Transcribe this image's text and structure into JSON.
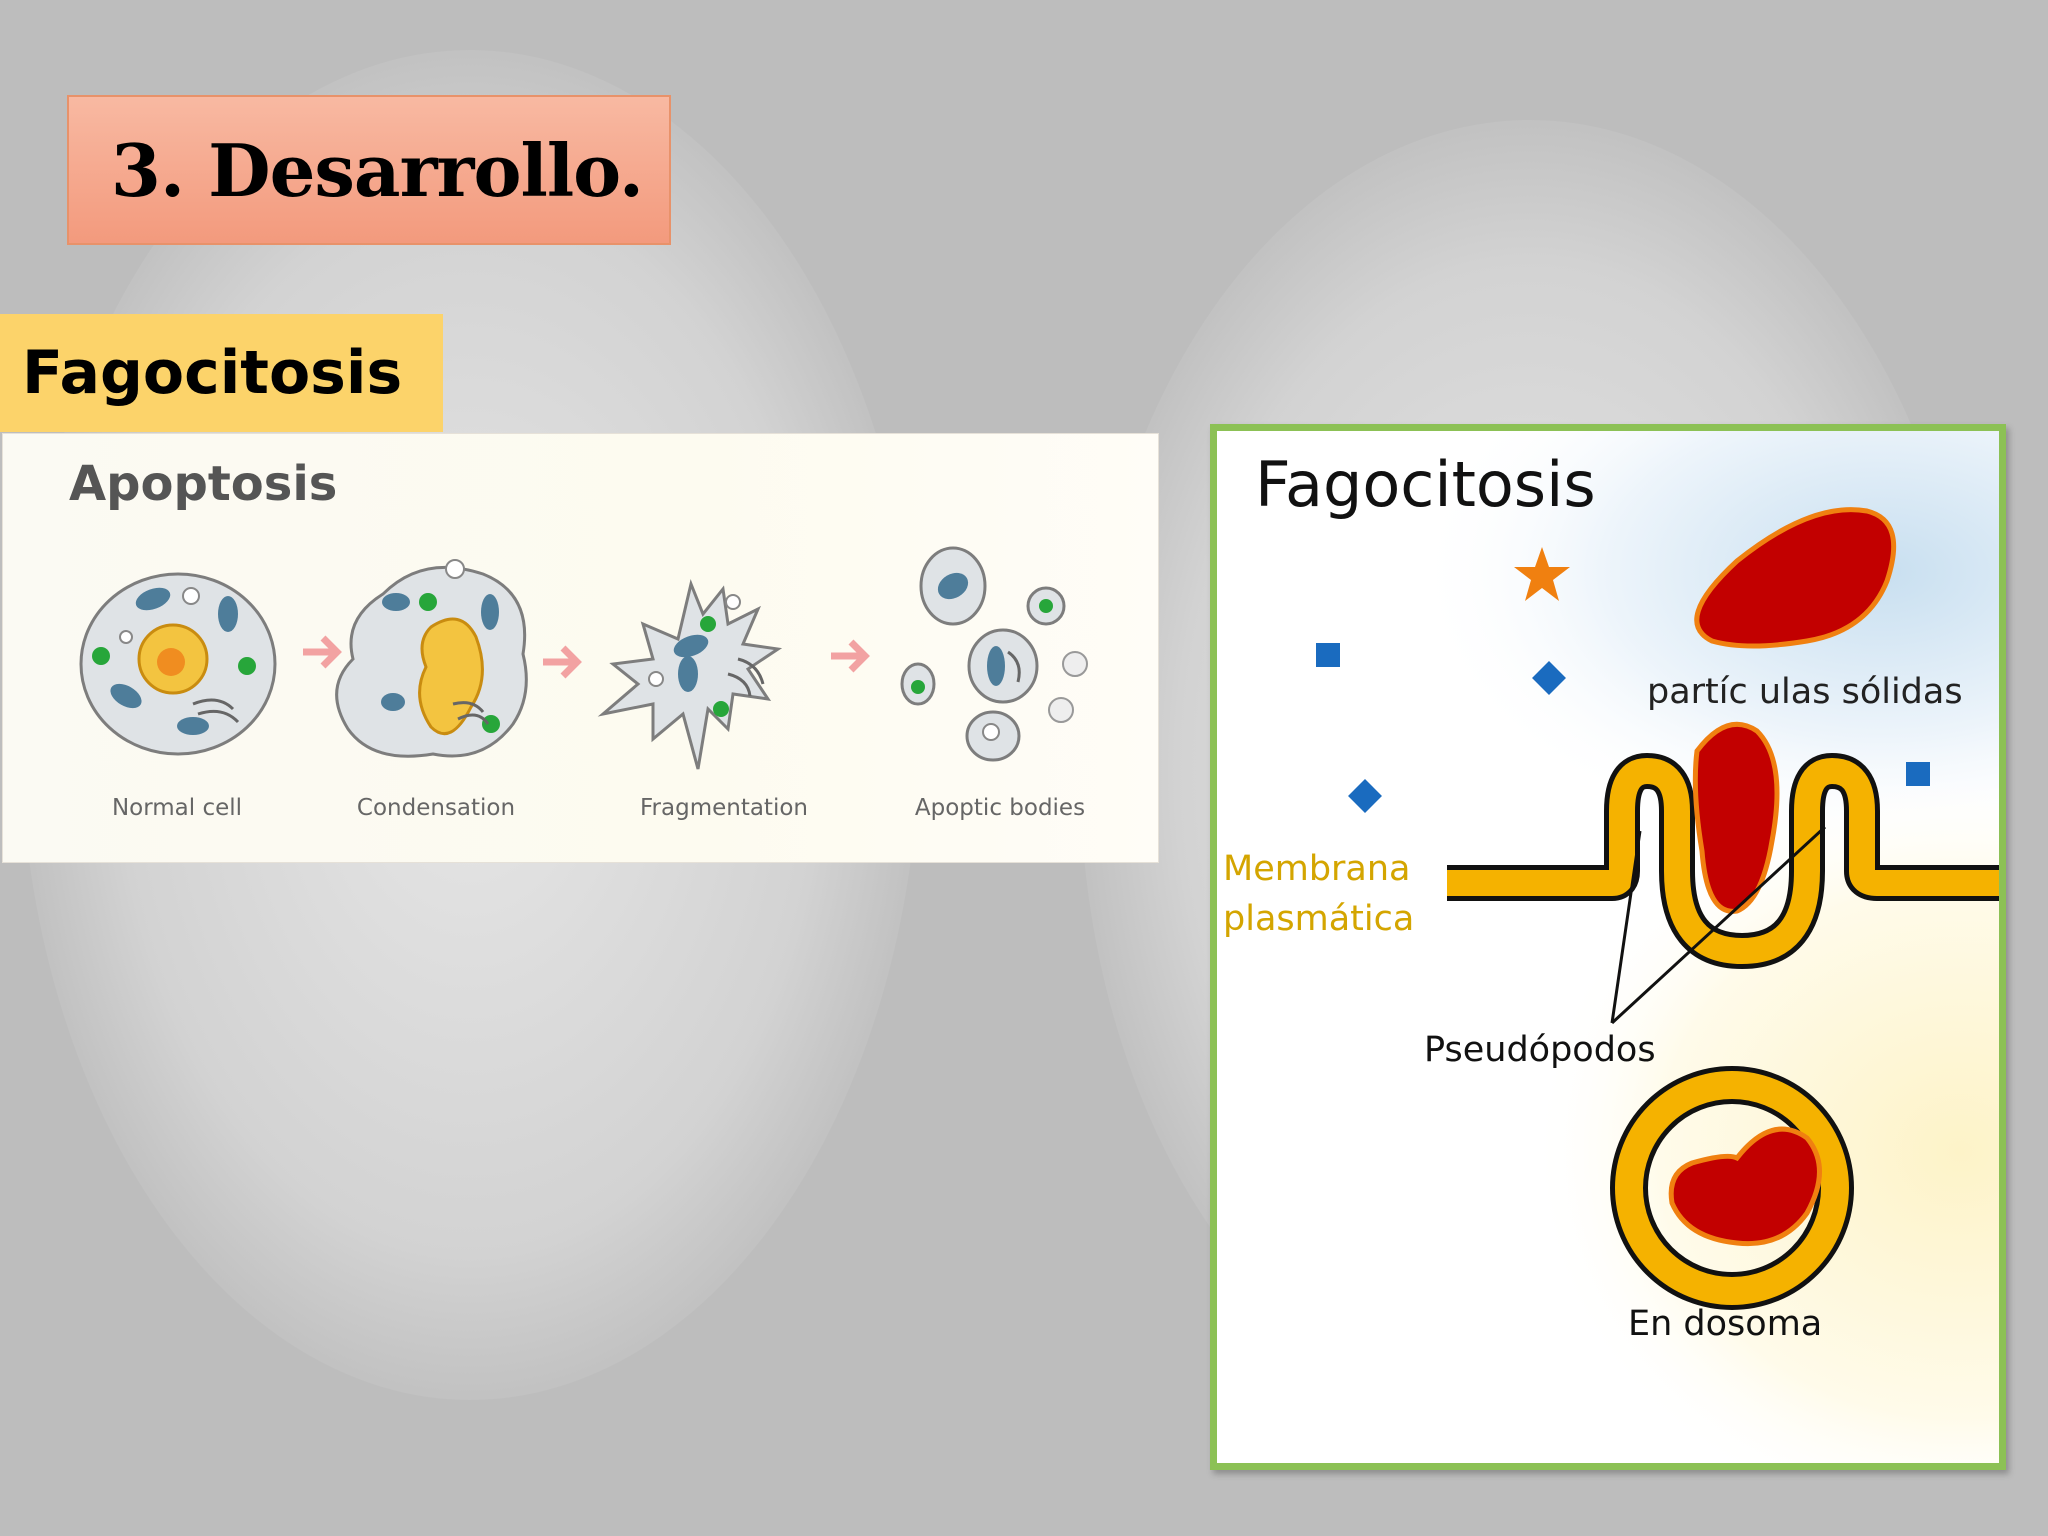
{
  "slide": {
    "title": "3. Desarrollo.",
    "subtitle": "Fagocitosis"
  },
  "apoptosis": {
    "heading": "Apoptosis",
    "stages": [
      "Normal cell",
      "Condensation",
      "Fragmentation",
      "Apoptic bodies"
    ]
  },
  "phagocytosis": {
    "heading": "Fagocitosis",
    "labels": {
      "particles": "partíc ulas sólidas",
      "membrane_line1": "Membrana",
      "membrane_line2": "plasmática",
      "pseudopods": "Pseudópodos",
      "endosome": "En dosoma"
    }
  },
  "colors": {
    "title_box": "#f5a389",
    "subtitle_box": "#fcd36a",
    "panel_border": "#8cc155",
    "membrane": "#f5b200",
    "bacterium": "#c20000",
    "particle_blue": "#1a6bbf",
    "particle_orange": "#f08010",
    "membrane_label": "#d4a500"
  }
}
